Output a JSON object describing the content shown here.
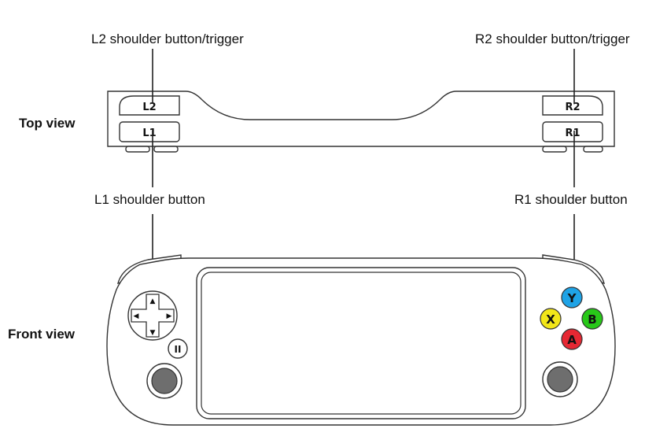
{
  "labels": {
    "l2": "L2 shoulder button/trigger",
    "r2": "R2 shoulder button/trigger",
    "l1": "L1 shoulder button",
    "r1": "R1 shoulder button",
    "top_view": "Top view",
    "front_view": "Front view"
  },
  "top_buttons": {
    "l2": "L2",
    "l1": "L1",
    "r2": "R2",
    "r1": "R1"
  },
  "face_buttons": [
    {
      "key": "y",
      "label": "Y",
      "color": "#1fa3e6"
    },
    {
      "key": "x",
      "label": "X",
      "color": "#f2e619"
    },
    {
      "key": "b",
      "label": "B",
      "color": "#28c819"
    },
    {
      "key": "a",
      "label": "A",
      "color": "#e62833"
    }
  ],
  "pause_button": "II",
  "dpad_arrows": [
    "▲",
    "▼",
    "◀",
    "▶"
  ]
}
